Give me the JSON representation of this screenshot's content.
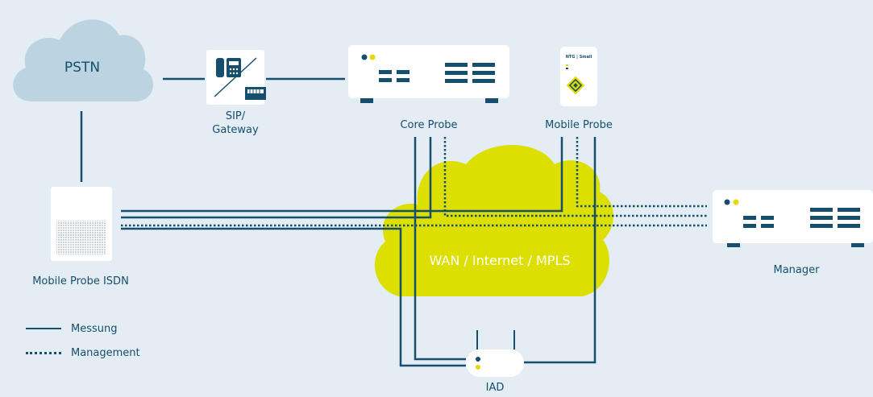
{
  "nodes": {
    "pstn": "PSTN",
    "sip_gateway": [
      "SIP/",
      "Gateway"
    ],
    "core_probe": "Core Probe",
    "mobile_probe": "Mobile Probe",
    "mobile_probe_badge": "NTG | Small",
    "mobile_probe_isdn": "Mobile Probe ISDN",
    "wan": "WAN / Internet / MPLS",
    "manager": "Manager",
    "iad": "IAD"
  },
  "legend": {
    "measurement": "Messung",
    "management": "Management"
  },
  "colors": {
    "background": "#e3edf3",
    "line": "#164e6e",
    "cloud_pstn": "#bcd3e1",
    "cloud_wan": "#dcdf00",
    "device_fill": "#ffffff",
    "accent_yellow": "#e6d800"
  }
}
